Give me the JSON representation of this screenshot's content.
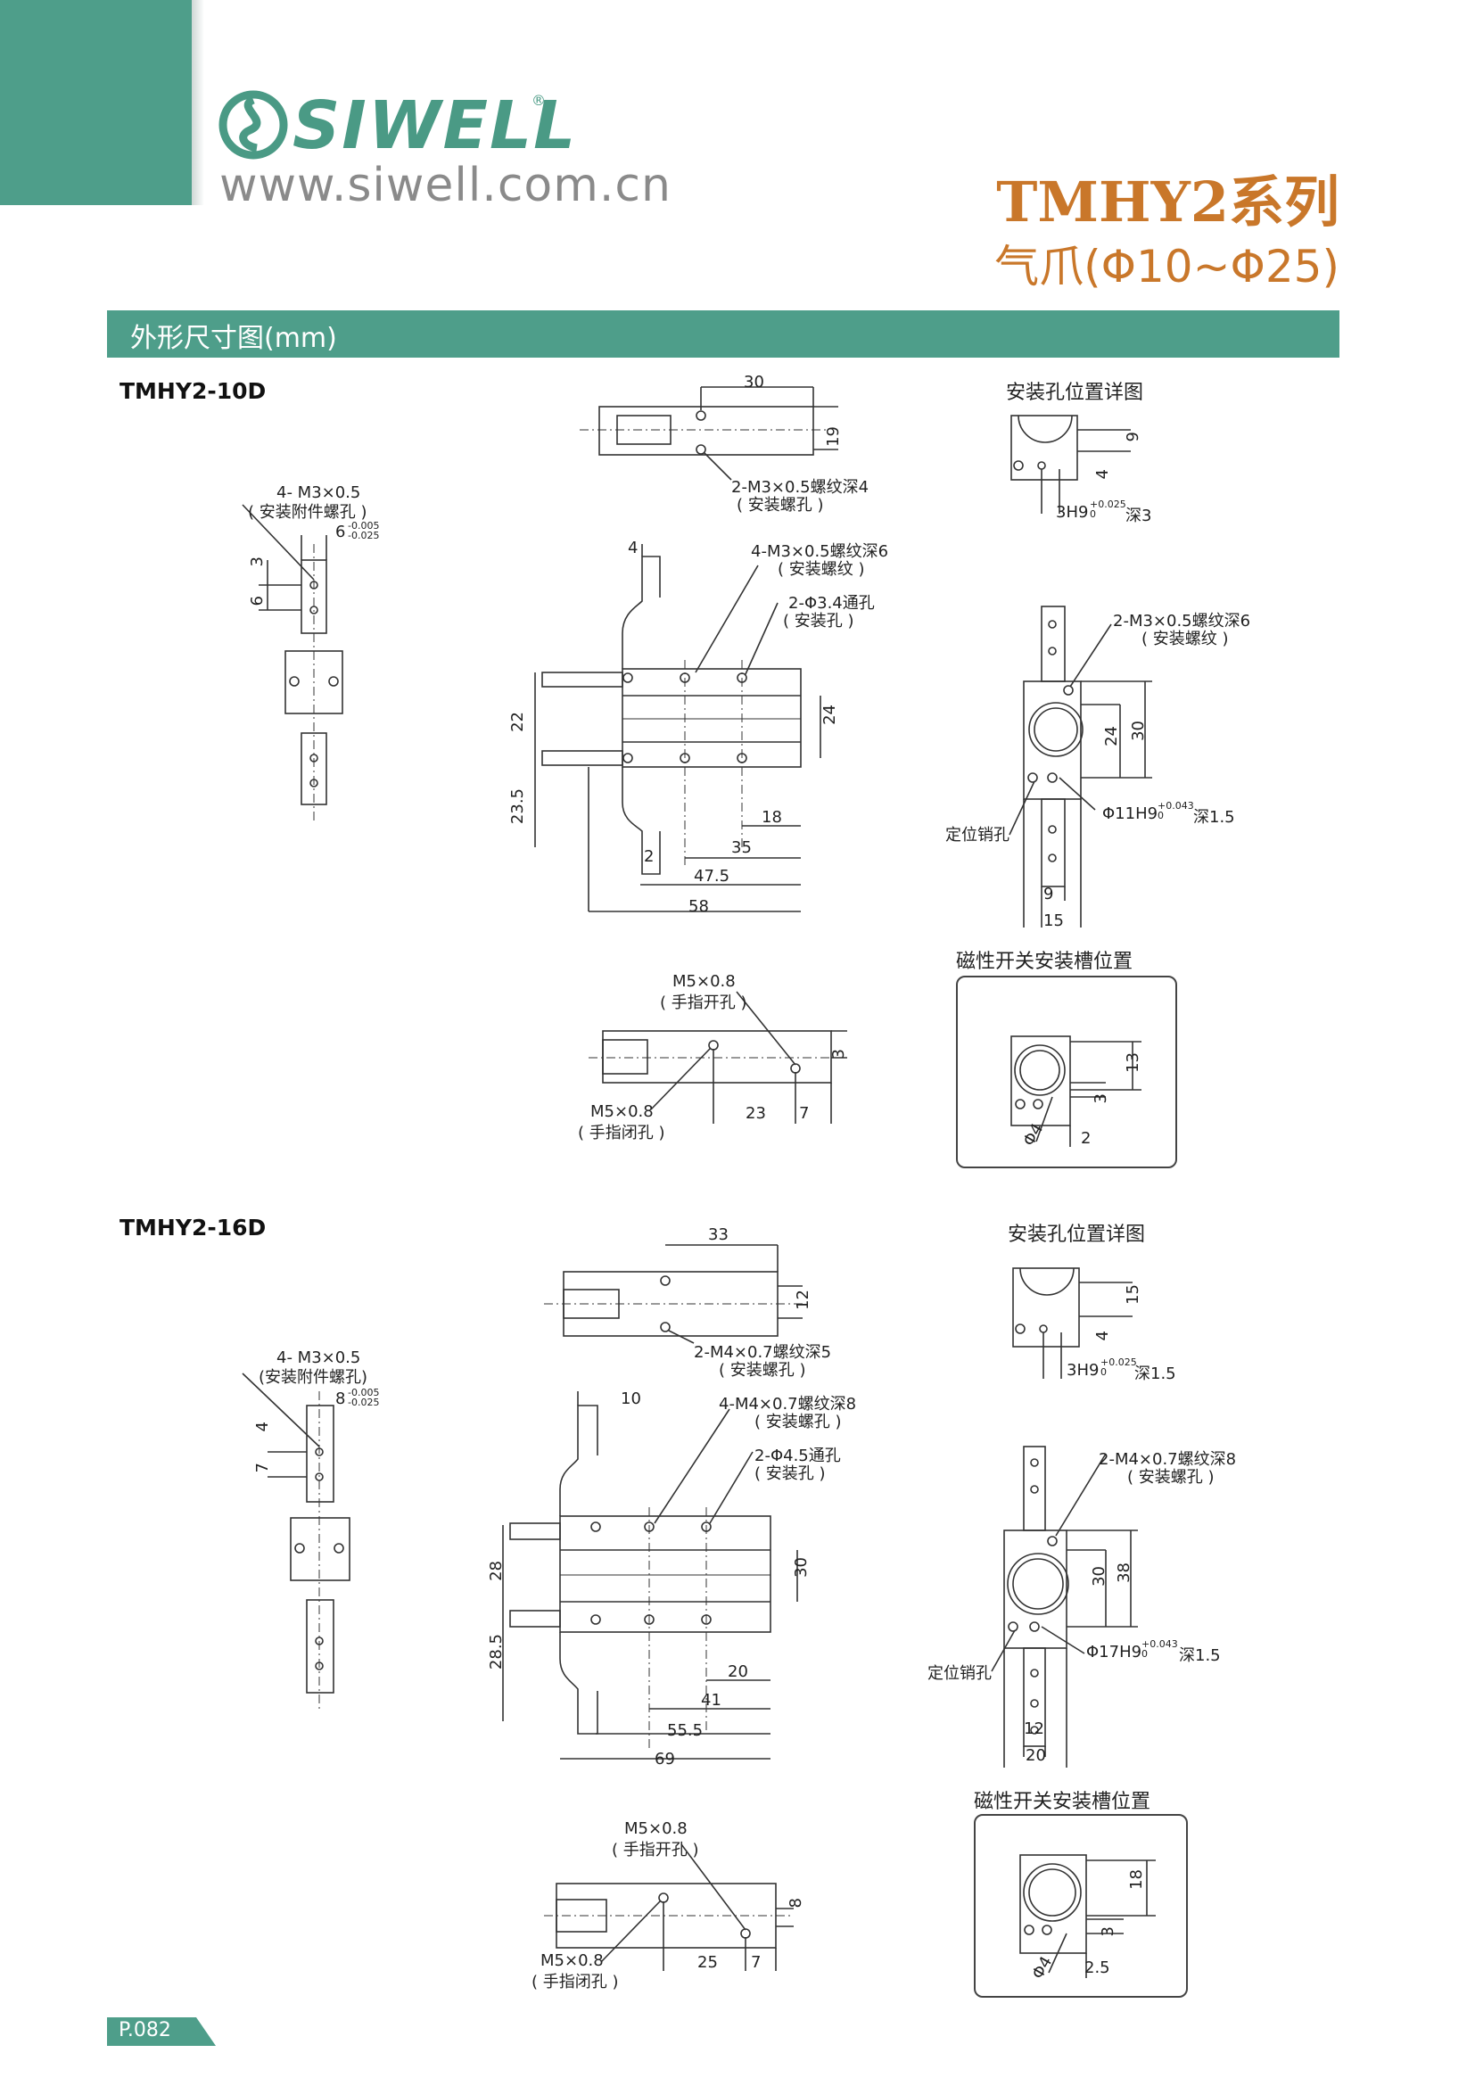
{
  "header": {
    "brand": "SIWELL",
    "registered": "®",
    "website": "www.siwell.com.cn",
    "series_title": "TMHY2系列",
    "subtitle": "气爪(Φ10~Φ25)"
  },
  "section": {
    "title": "外形尺寸图(mm)"
  },
  "colors": {
    "accent": "#4e9e8a",
    "title_orange": "#c9772a"
  },
  "models": [
    {
      "name": "TMHY2-10D",
      "labels": {
        "side_tap": "4- M3×0.5",
        "side_tap_note": "( 安装附件螺孔 )",
        "side_tol": "6",
        "side_tol_up": "-0.005",
        "side_tol_lo": "-0.025",
        "side_d1": "3",
        "side_d2": "6",
        "top_w": "30",
        "top_h": "19",
        "top_tap": "2-M3×0.5螺纹深4",
        "top_tap_note": "( 安装螺孔 )",
        "front_w": "4",
        "front_tap": "4-M3×0.5螺纹深6",
        "front_tap_note": "( 安装螺纹 )",
        "front_hole": "2-Φ3.4通孔",
        "front_hole_note": "( 安装孔 )",
        "front_h1": "22",
        "front_h2": "24",
        "front_h3": "23.5",
        "front_d1": "18",
        "front_d2": "2",
        "front_d3": "35",
        "front_d4": "47.5",
        "front_d5": "58",
        "detail_title": "安装孔位置详图",
        "detail_h1": "9",
        "detail_h2": "4",
        "detail_fit": "3H9",
        "detail_fit_up": "+0.025",
        "detail_fit_lo": "0",
        "detail_depth": "深3",
        "end_tap": "2-M3×0.5螺纹深6",
        "end_tap_note": "( 安装螺纹 )",
        "end_h1": "24",
        "end_h2": "30",
        "end_bore": "Φ11H9",
        "end_bore_up": "+0.043",
        "end_bore_lo": "0",
        "end_bore_depth": "深1.5",
        "end_pin": "定位销孔",
        "end_w1": "9",
        "end_w2": "15",
        "port_open": "M5×0.8",
        "port_open_note": "( 手指开孔 )",
        "port_close": "M5×0.8",
        "port_close_note": "( 手指闭孔 )",
        "port_h": "3",
        "port_d1": "23",
        "port_d2": "7",
        "mag_title": "磁性开关安装槽位置",
        "mag_h1": "13",
        "mag_h2": "3",
        "mag_phi": "Φ4",
        "mag_w": "2"
      }
    },
    {
      "name": "TMHY2-16D",
      "labels": {
        "side_tap": "4- M3×0.5",
        "side_tap_note": "(安装附件螺孔)",
        "side_tol": "8",
        "side_tol_up": "-0.005",
        "side_tol_lo": "-0.025",
        "side_d1": "4",
        "side_d2": "7",
        "top_w": "33",
        "top_h": "12",
        "top_tap": "2-M4×0.7螺纹深5",
        "top_tap_note": "( 安装螺孔 )",
        "front_w": "10",
        "front_tap": "4-M4×0.7螺纹深8",
        "front_tap_note": "( 安装螺孔 )",
        "front_hole": "2-Φ4.5通孔",
        "front_hole_note": "( 安装孔 )",
        "front_h1": "28",
        "front_h2": "30",
        "front_h3": "28.5",
        "front_d1": "20",
        "front_d3": "41",
        "front_d4": "55.5",
        "front_d5": "69",
        "detail_title": "安装孔位置详图",
        "detail_h1": "15",
        "detail_h2": "4",
        "detail_fit": "3H9",
        "detail_fit_up": "+0.025",
        "detail_fit_lo": "0",
        "detail_depth": "深1.5",
        "end_tap": "2-M4×0.7螺纹深8",
        "end_tap_note": "( 安装螺孔 )",
        "end_h1": "30",
        "end_h2": "38",
        "end_bore": "Φ17H9",
        "end_bore_up": "+0.043",
        "end_bore_lo": "0",
        "end_bore_depth": "深1.5",
        "end_pin": "定位销孔",
        "end_w1": "12",
        "end_w2": "20",
        "port_open": "M5×0.8",
        "port_open_note": "( 手指开孔 )",
        "port_close": "M5×0.8",
        "port_close_note": "( 手指闭孔 )",
        "port_h": "8",
        "port_d1": "25",
        "port_d2": "7",
        "mag_title": "磁性开关安装槽位置",
        "mag_h1": "18",
        "mag_h2": "3",
        "mag_phi": "Φ4",
        "mag_w": "2.5"
      }
    }
  ],
  "footer": {
    "page": "P.082"
  }
}
